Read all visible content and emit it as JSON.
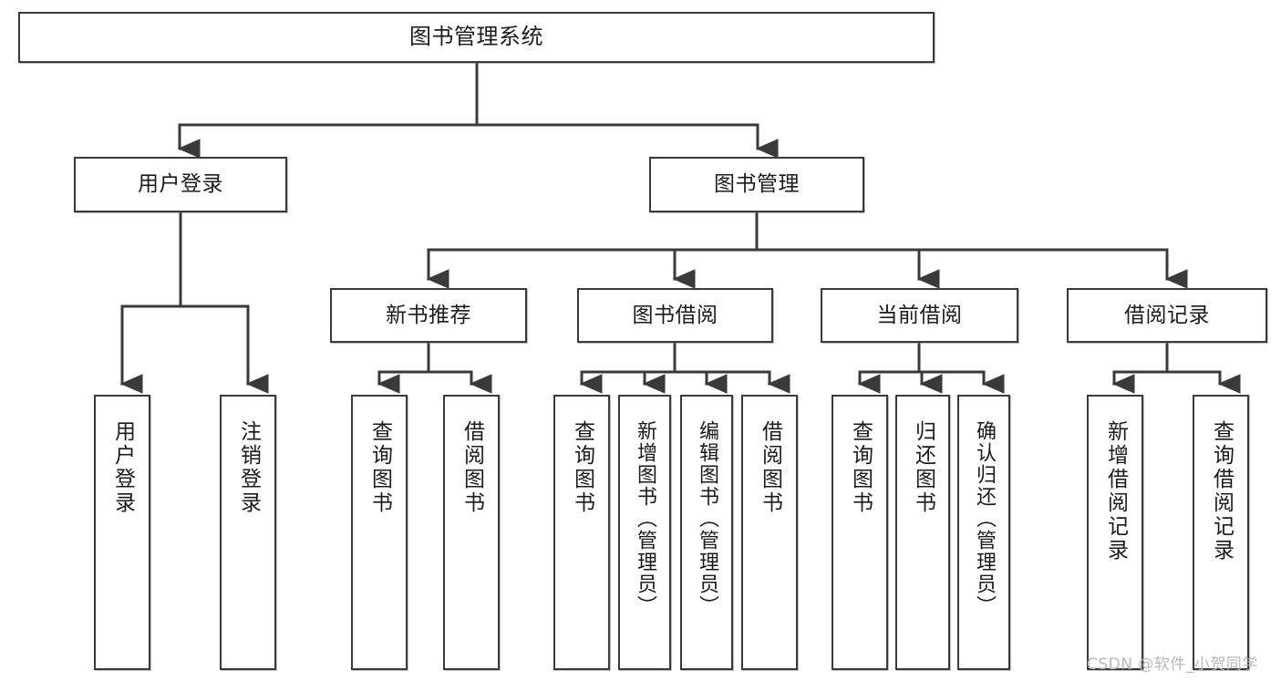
{
  "diagram": {
    "title": "图书管理系统",
    "type": "hierarchy-tree",
    "root": {
      "label": "图书管理系统"
    },
    "level2": [
      {
        "label": "用户登录"
      },
      {
        "label": "图书管理"
      }
    ],
    "level3": [
      {
        "label": "新书推荐"
      },
      {
        "label": "图书借阅"
      },
      {
        "label": "当前借阅"
      },
      {
        "label": "借阅记录"
      }
    ],
    "leaves": {
      "user_login": [
        {
          "label": "用户登录"
        },
        {
          "label": "注销登录"
        }
      ],
      "new_book_recommend": [
        {
          "label": "查询图书"
        },
        {
          "label": "借阅图书"
        }
      ],
      "book_borrow": [
        {
          "label": "查询图书"
        },
        {
          "label": "新增图书（管理员）"
        },
        {
          "label": "编辑图书（管理员）"
        },
        {
          "label": "借阅图书"
        }
      ],
      "current_borrow": [
        {
          "label": "查询图书"
        },
        {
          "label": "归还图书"
        },
        {
          "label": "确认归还（管理员）"
        }
      ],
      "borrow_record": [
        {
          "label": "新增借阅记录"
        },
        {
          "label": "查询借阅记录"
        }
      ]
    }
  },
  "watermark": {
    "text": "CSDN @软件_小贺同学"
  },
  "colors": {
    "stroke": "#3a3a3a",
    "text": "#1b1b1b",
    "background": "#ffffff",
    "watermark": "#b9b9b9"
  }
}
